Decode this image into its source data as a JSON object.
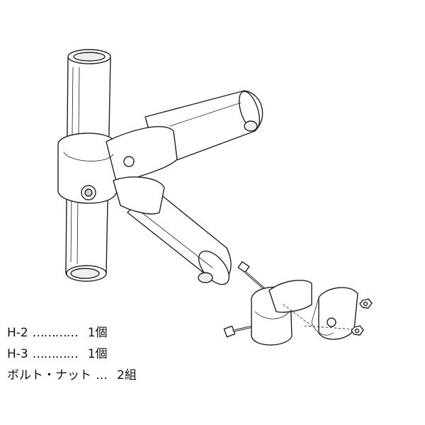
{
  "illustration": {
    "subject": "pipe-joint-assembly",
    "exploded_view": "joint-brackets-with-bolts-and-nuts"
  },
  "parts": [
    {
      "name": "H-2",
      "dots": "…………",
      "qty": "1個"
    },
    {
      "name": "H-3",
      "dots": "…………",
      "qty": "1個"
    },
    {
      "name": "ボルト・ナット",
      "dots": "…",
      "qty": "2組"
    }
  ]
}
